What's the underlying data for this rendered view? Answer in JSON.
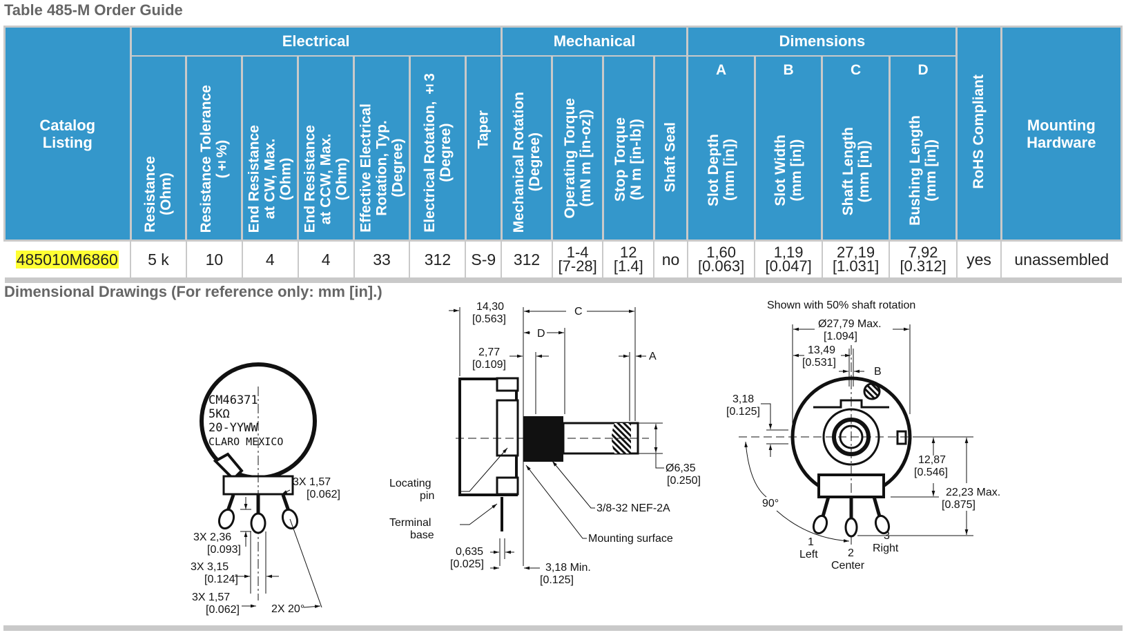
{
  "page": {
    "title": "Table 485-M Order Guide",
    "drawings_title": "Dimensional Drawings (For reference only: mm [in].)"
  },
  "colors": {
    "header_blue": "#3497cb",
    "border_gray": "#c9c9c9",
    "highlight": "#ffff33",
    "title_gray": "#666666"
  },
  "table": {
    "groups": {
      "catalog": [
        "Catalog",
        "Listing"
      ],
      "electrical": "Electrical",
      "mechanical": "Mechanical",
      "dimensions": "Dimensions",
      "rohs": "RoHS Compliant",
      "mounting": [
        "Mounting",
        "Hardware"
      ]
    },
    "columns": {
      "resistance": [
        "Resistance",
        "(Ohm)"
      ],
      "tolerance": [
        "Resistance Tolerance",
        "(±%)"
      ],
      "end_cw": [
        "End Resistance",
        "at CW, Max.",
        "(Ohm)"
      ],
      "end_ccw": [
        "End Resistance",
        "at CCW, Max.",
        "(Ohm)"
      ],
      "eff_rot": [
        "Effective Electrical",
        "Rotation, Typ.",
        "(Degree)"
      ],
      "elec_rot": [
        "Electrical Rotation, ±3",
        "(Degree)"
      ],
      "taper": [
        "Taper"
      ],
      "mech_rot": [
        "Mechanical Rotation",
        "(Degree)"
      ],
      "op_torque": [
        "Operating Torque",
        "(mN m [in-oz])"
      ],
      "stop_torque": [
        "Stop Torque",
        "(N m [in-lb])"
      ],
      "shaft_seal": [
        "Shaft Seal"
      ],
      "slot_depth": {
        "letter": "A",
        "label": [
          "Slot Depth",
          "(mm [in])"
        ]
      },
      "slot_width": {
        "letter": "B",
        "label": [
          "Slot Width",
          "(mm [in])"
        ]
      },
      "shaft_length": {
        "letter": "C",
        "label": [
          "Shaft Length",
          "(mm [in])"
        ]
      },
      "bushing_length": {
        "letter": "D",
        "label": [
          "Bushing Length",
          "(mm [in])"
        ]
      }
    },
    "rows": [
      {
        "catalog": "485010M6860",
        "resistance": "5 k",
        "tolerance": "10",
        "end_cw": "4",
        "end_ccw": "4",
        "eff_rot": "33",
        "elec_rot": "312",
        "taper": "S-9",
        "mech_rot": "312",
        "op_torque": [
          "1-4",
          "[7-28]"
        ],
        "stop_torque": [
          "12",
          "[1.4]"
        ],
        "shaft_seal": "no",
        "slot_depth": [
          "1,60",
          "[0.063]"
        ],
        "slot_width": [
          "1,19",
          "[0.047]"
        ],
        "shaft_length": [
          "27,19",
          "[1.031]"
        ],
        "bushing_length": [
          "7,92",
          "[0.312]"
        ],
        "rohs": "yes",
        "mounting": "unassembled"
      }
    ]
  },
  "drawings": {
    "front": {
      "marking": [
        "CM46371",
        "5KΩ",
        "20-YYWW",
        "CLARO MEXICO"
      ],
      "dims": {
        "lug_width": [
          "3X 1,57",
          "[0.062]"
        ],
        "hole": [
          "3X 2,36",
          "[0.093]"
        ],
        "lug_span": [
          "3X 3,15",
          "[0.124]"
        ],
        "lug_thick": [
          "3X 1,57",
          "[0.062]"
        ],
        "angle": "2X 20°"
      }
    },
    "side": {
      "dims": {
        "body": [
          "14,30",
          "[0.563]"
        ],
        "flange": [
          "2,77",
          "[0.109]"
        ],
        "c": "C",
        "d": "D",
        "a": "A",
        "shaft_dia": [
          "Ø6,35",
          "[0.250]"
        ],
        "pin": [
          "0,635",
          "[0.025]"
        ],
        "min": [
          "3,18 Min.",
          "[0.125]"
        ]
      },
      "callouts": {
        "locating_pin": [
          "Locating",
          "pin"
        ],
        "terminal_base": [
          "Terminal",
          "base"
        ],
        "thread": "3/8-32 NEF-2A",
        "mounting_surface": "Mounting surface"
      }
    },
    "rear": {
      "note": "Shown with 50% shaft rotation",
      "dims": {
        "dia": [
          "Ø27,79 Max.",
          "[1.094]"
        ],
        "half": [
          "13,49",
          "[0.531]"
        ],
        "b": "B",
        "key": [
          "3,18",
          "[0.125]"
        ],
        "center_to_base": [
          "12,87",
          "[0.546]"
        ],
        "overall": [
          "22,23 Max.",
          "[0.875]"
        ],
        "angle": "90°"
      },
      "terminals": {
        "t1": [
          "1",
          "Left"
        ],
        "t2": [
          "2",
          "Center"
        ],
        "t3": [
          "3",
          "Right"
        ]
      }
    }
  }
}
